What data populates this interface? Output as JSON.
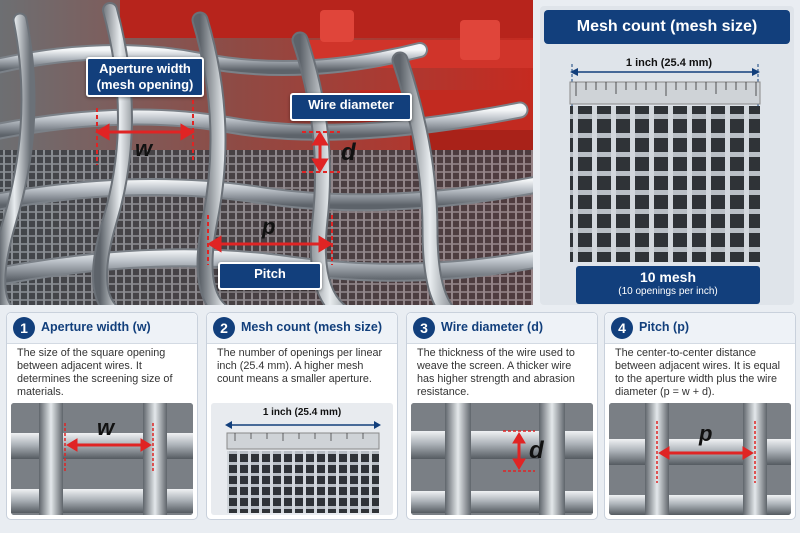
{
  "hero": {
    "aperture_label_line1": "Aperture width",
    "aperture_label_line2": "(mesh opening)",
    "wire_diameter_label": "Wire diameter",
    "pitch_label": "Pitch",
    "w_symbol": "w",
    "d_symbol": "d",
    "p_symbol": "p"
  },
  "mesh_panel": {
    "title": "Mesh count (mesh size)",
    "ruler_label": "1 inch (25.4 mm)",
    "result_main": "10 mesh",
    "result_sub": "(10 openings per inch)"
  },
  "cards": [
    {
      "number": "1",
      "title": "Aperture width (w)",
      "description": "The size of the square opening between adjacent wires. It determines the screening size of materials.",
      "symbol": "w"
    },
    {
      "number": "2",
      "title": "Mesh count (mesh size)",
      "description": "The number of openings per linear inch (25.4 mm). A higher mesh count means a smaller aperture.",
      "ruler_label": "1 inch (25.4 mm)"
    },
    {
      "number": "3",
      "title": "Wire diameter (d)",
      "description": "The thickness of the wire used to weave the screen. A thicker wire has higher strength and abrasion resistance.",
      "symbol": "d"
    },
    {
      "number": "4",
      "title": "Pitch (p)",
      "description": "The center-to-center distance between adjacent wires. It is equal to the aperture width plus the wire diameter (p = w + d).",
      "symbol": "p"
    }
  ],
  "colors": {
    "brand_navy": "#123f7c",
    "marker_red": "#e02424",
    "machine_red": "#c62a20"
  }
}
